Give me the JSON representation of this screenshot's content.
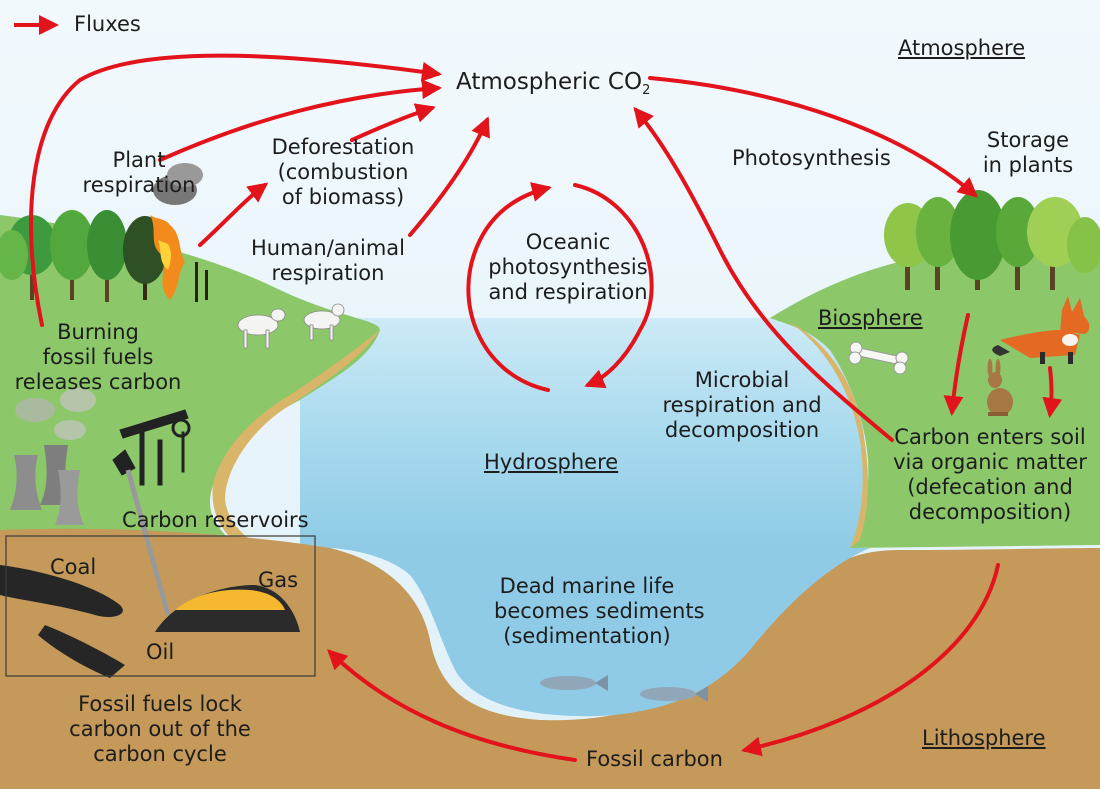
{
  "legend": {
    "fluxes": "Fluxes"
  },
  "spheres": {
    "atmosphere": "Atmosphere",
    "biosphere": "Biosphere",
    "hydrosphere": "Hydrosphere",
    "lithosphere": "Lithosphere"
  },
  "nodes": {
    "atmospheric_co2": "Atmospheric CO",
    "atmospheric_co2_sub": "2",
    "plant_respiration": [
      "Plant",
      "respiration"
    ],
    "deforestation": [
      "Deforestation",
      "(combustion",
      "of biomass)"
    ],
    "human_animal_respiration": [
      "Human/animal",
      "respiration"
    ],
    "oceanic": [
      "Oceanic",
      "photosynthesis",
      "and respiration"
    ],
    "burning_fossil": [
      "Burning",
      "fossil fuels",
      "releases carbon"
    ],
    "photosynthesis": "Photosynthesis",
    "storage_plants": [
      "Storage",
      "in plants"
    ],
    "microbial": [
      "Microbial",
      "respiration and",
      "decomposition"
    ],
    "carbon_enters_soil": [
      "Carbon enters soil",
      "via organic matter",
      "(defecation and",
      "decomposition)"
    ],
    "carbon_reservoirs": "Carbon reservoirs",
    "coal": "Coal",
    "gas": "Gas",
    "oil": "Oil",
    "dead_marine": [
      "Dead marine life",
      "becomes sediments",
      "(sedimentation)"
    ],
    "fossil_fuels_lock": [
      "Fossil fuels lock",
      "carbon out of the",
      "carbon cycle"
    ],
    "fossil_carbon": "Fossil carbon"
  },
  "colors": {
    "flux_arrow": "#e3131b",
    "sky": "#e6f3fa",
    "water": "#b7e1f2",
    "land_green": "#7fc060",
    "soil": "#c49a5c",
    "sand": "#d9b56a"
  }
}
